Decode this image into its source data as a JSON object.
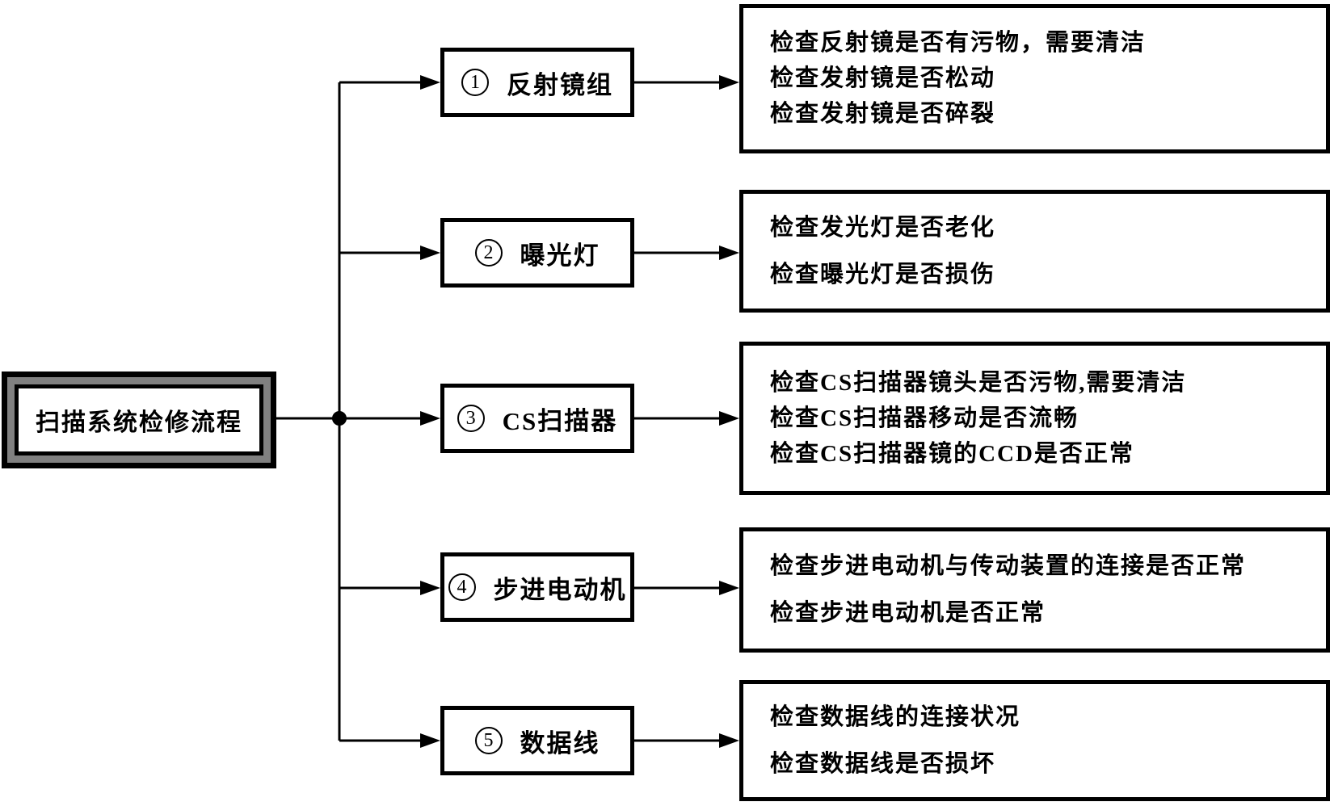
{
  "diagram": {
    "root": {
      "label": "扫描系统检修流程"
    },
    "branches": [
      {
        "num": "1",
        "label": "反射镜组",
        "checks": [
          "检查反射镜是否有污物，需要清洁",
          "检查发射镜是否松动",
          "检查发射镜是否碎裂"
        ]
      },
      {
        "num": "2",
        "label": "曝光灯",
        "checks": [
          "检查发光灯是否老化",
          "检查曝光灯是否损伤"
        ]
      },
      {
        "num": "3",
        "label": "CS扫描器",
        "checks": [
          "检查CS扫描器镜头是否污物,需要清洁",
          "检查CS扫描器移动是否流畅",
          "检查CS扫描器镜的CCD是否正常"
        ]
      },
      {
        "num": "4",
        "label": "步进电动机",
        "checks": [
          "检查步进电动机与传动装置的连接是否正常",
          "检查步进电动机是否正常"
        ]
      },
      {
        "num": "5",
        "label": "数据线",
        "checks": [
          "检查数据线的连接状况",
          "检查数据线是否损坏"
        ]
      }
    ],
    "colors": {
      "line": "#000000",
      "frame_gray": "#808080",
      "background": "#ffffff"
    }
  }
}
